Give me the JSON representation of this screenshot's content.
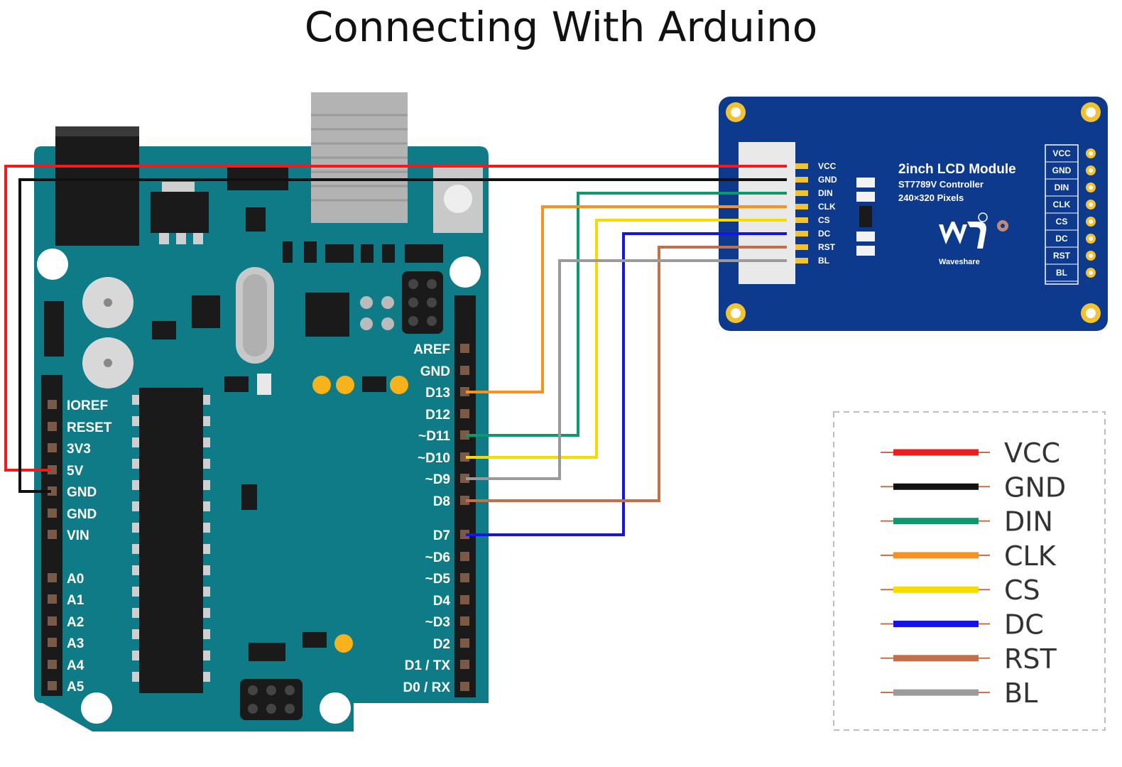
{
  "title": "Connecting With Arduino",
  "arduino": {
    "left_pins": [
      "IOREF",
      "RESET",
      "3V3",
      "5V",
      "GND",
      "GND",
      "VIN",
      "A0",
      "A1",
      "A2",
      "A3",
      "A4",
      "A5"
    ],
    "right_pins": [
      "AREF",
      "GND",
      "D13",
      "D12",
      "~D11",
      "~D10",
      "~D9",
      "D8",
      "D7",
      "~D6",
      "~D5",
      "D4",
      "~D3",
      "D2",
      "D1 / TX",
      "D0 / RX"
    ]
  },
  "lcd": {
    "title": "2inch LCD Module",
    "controller": "ST7789V Controller",
    "resolution": "240×320 Pixels",
    "brand": "Waveshare",
    "pins": [
      "VCC",
      "GND",
      "DIN",
      "CLK",
      "CS",
      "DC",
      "RST",
      "BL"
    ]
  },
  "wires": [
    {
      "signal": "VCC",
      "arduino_pin": "5V",
      "color": "#ee1c1c"
    },
    {
      "signal": "GND",
      "arduino_pin": "GND",
      "color": "#111111"
    },
    {
      "signal": "DIN",
      "arduino_pin": "~D11",
      "color": "#0a9a6e"
    },
    {
      "signal": "CLK",
      "arduino_pin": "D13",
      "color": "#f7921e"
    },
    {
      "signal": "CS",
      "arduino_pin": "~D10",
      "color": "#f5dc00"
    },
    {
      "signal": "DC",
      "arduino_pin": "D7",
      "color": "#1414e6"
    },
    {
      "signal": "RST",
      "arduino_pin": "D8",
      "color": "#c0704a"
    },
    {
      "signal": "BL",
      "arduino_pin": "~D9",
      "color": "#9a9a9a"
    }
  ],
  "legend": [
    {
      "label": "VCC",
      "color": "#ee1c1c"
    },
    {
      "label": "GND",
      "color": "#111111"
    },
    {
      "label": "DIN",
      "color": "#0a9a6e"
    },
    {
      "label": "CLK",
      "color": "#f7921e"
    },
    {
      "label": "CS",
      "color": "#f5dc00"
    },
    {
      "label": "DC",
      "color": "#1414e6"
    },
    {
      "label": "RST",
      "color": "#c0704a"
    },
    {
      "label": "BL",
      "color": "#9a9a9a"
    }
  ],
  "colors": {
    "arduino_board": "#0f7b86",
    "lcd_board": "#0d3a8c",
    "header": "#222222",
    "led": "#f7b21c"
  }
}
